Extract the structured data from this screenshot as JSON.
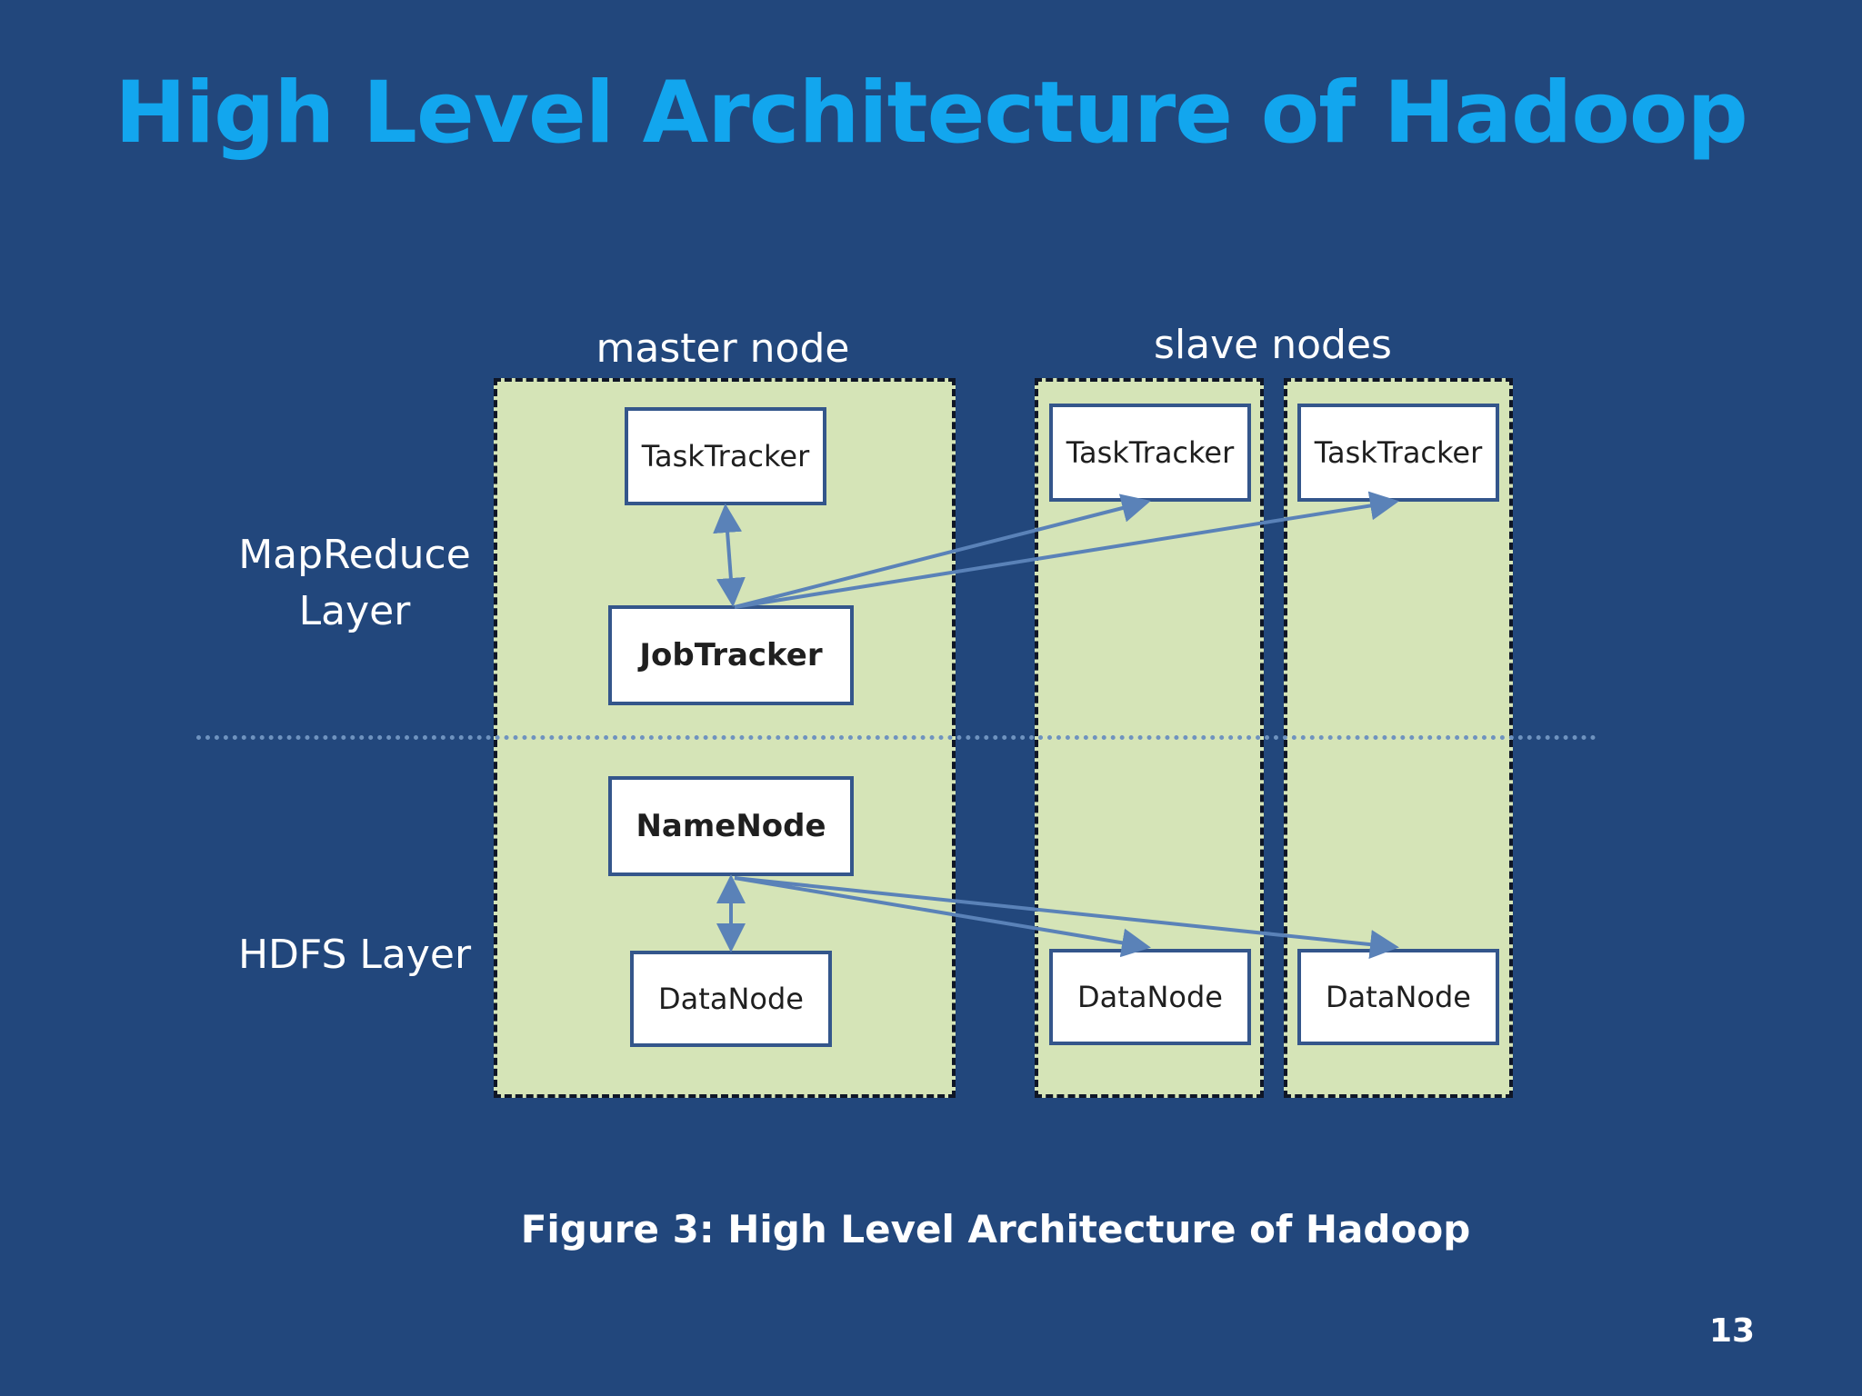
{
  "title": "High Level Architecture of Hadoop",
  "columns": {
    "master": "master node",
    "slaves": "slave nodes"
  },
  "layers": {
    "mapreduce_line1": "MapReduce",
    "mapreduce_line2": "Layer",
    "hdfs": "HDFS Layer"
  },
  "nodes": {
    "master_tasktracker": "TaskTracker",
    "jobtracker": "JobTracker",
    "namenode": "NameNode",
    "master_datanode": "DataNode",
    "slave1_tasktracker": "TaskTracker",
    "slave2_tasktracker": "TaskTracker",
    "slave1_datanode": "DataNode",
    "slave2_datanode": "DataNode"
  },
  "caption": "Figure 3: High Level Architecture of Hadoop",
  "page_number": "13",
  "colors": {
    "background": "#22477c",
    "title": "#12a6ee",
    "panel": "#d5e4b7",
    "arrow": "#5a82b8"
  }
}
